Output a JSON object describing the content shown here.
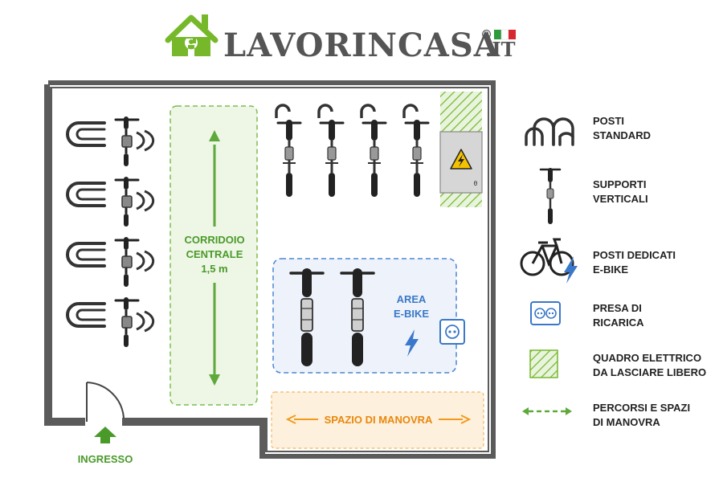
{
  "brand": {
    "name": "LAVORINCASA",
    "registered": "®",
    "tld": ".IT",
    "colors": {
      "green": "#76b82a",
      "text": "#555555"
    }
  },
  "plan": {
    "corridor": {
      "label_lines": [
        "CORRIDOIO",
        "CENTRALE",
        "1,5 m"
      ]
    },
    "ebike_area": {
      "label_lines": [
        "AREA",
        "E-BIKE"
      ]
    },
    "maneuver": {
      "label": "SPAZIO DI MANOVRA"
    },
    "entrance": {
      "label": "INGRESSO"
    },
    "panel_mark": "θ"
  },
  "legend": {
    "items": [
      {
        "icon": "u-rack-icon",
        "lines": [
          "POSTI",
          "STANDARD"
        ]
      },
      {
        "icon": "vertical-bike-icon",
        "lines": [
          "SUPPORTI",
          "VERTICALI"
        ]
      },
      {
        "icon": "e-bike-icon",
        "lines": [
          "POSTI DEDICATI",
          "E-BIKE"
        ]
      },
      {
        "icon": "outlet-icon",
        "lines": [
          "PRESA DI",
          "RICARICA"
        ]
      },
      {
        "icon": "hatch-icon",
        "lines": [
          "QUADRO ELETTRICO",
          "DA LASCIARE LIBERO"
        ]
      },
      {
        "icon": "dashed-arrow-icon",
        "lines": [
          "PERCORSI E SPAZI",
          "DI MANOVRA"
        ]
      }
    ]
  },
  "colors": {
    "green": "#5fa83b",
    "corridor_fill": "#eef6e6",
    "blue": "#3a78c9",
    "ebike_fill": "#eef3fb",
    "orange": "#f39a1e",
    "maneuver_fill": "#fdf1dd",
    "wall": "#5b5b5b"
  }
}
